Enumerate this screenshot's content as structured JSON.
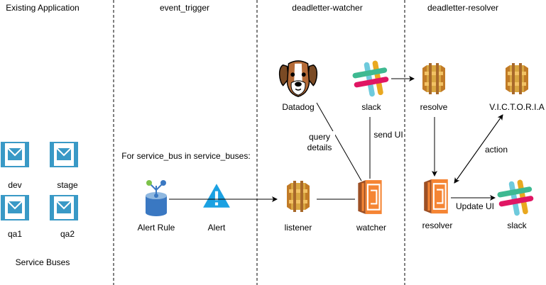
{
  "columns": {
    "existing": "Existing Application",
    "event_trigger": "event_trigger",
    "watcher": "deadletter-watcher",
    "resolver": "deadletter-resolver"
  },
  "service_buses": {
    "items": [
      "dev",
      "stage",
      "qa1",
      "qa2"
    ],
    "caption": "Service Buses"
  },
  "loop_label": "For service_bus in service_buses:",
  "nodes": {
    "alert_rule": "Alert Rule",
    "alert": "Alert",
    "datadog": "Datadog",
    "slack_watcher": "slack",
    "listener": "listener",
    "watcher": "watcher",
    "resolve": "resolve",
    "victoria": "V.I.C.T.O.R.I.A",
    "resolver": "resolver",
    "slack_resolver": "slack"
  },
  "edges": {
    "query_details_line1": "query",
    "query_details_line2": "details",
    "send_ui": "send UI",
    "action": "action",
    "update_ui": "Update UI"
  },
  "colors": {
    "aws_orange": "#F58534",
    "aws_gold": "#D9A741",
    "azure_blue": "#3999C6"
  }
}
